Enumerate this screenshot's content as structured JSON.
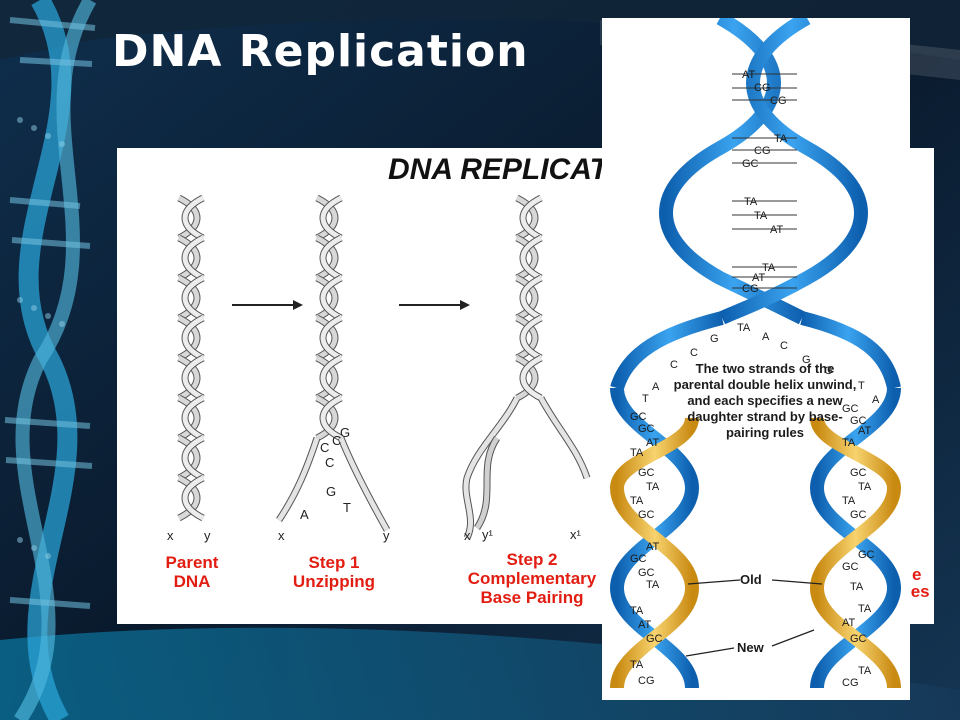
{
  "slide": {
    "title": "DNA Replication"
  },
  "left_panel": {
    "title": "DNA REPLICAT",
    "stages": [
      {
        "line1": "Parent",
        "line2": "DNA"
      },
      {
        "line1": "Step 1",
        "line2": "Unzipping"
      },
      {
        "line1": "Step 2",
        "line2": "Complementary",
        "line3": "Base Pairing"
      }
    ],
    "partial_labels": [
      "e",
      "les"
    ],
    "strand_letters": {
      "parent_x": "x",
      "parent_y": "y",
      "step1_x": "x",
      "step1_y": "y",
      "step1_bases": [
        "C",
        "G",
        "C",
        "C",
        "G",
        "T",
        "A"
      ],
      "step2_x": "x",
      "step2_y": "y¹",
      "step2_x1": "x¹"
    }
  },
  "right_panel": {
    "top_pairs": [
      "AT",
      "CG",
      "CG",
      "TA",
      "CG",
      "GC",
      "TA",
      "TA",
      "AT",
      "TA",
      "AT",
      "CG"
    ],
    "fork_bases_left": [
      "TA",
      "G",
      "C",
      "C",
      "A",
      "T"
    ],
    "fork_bases_right": [
      "A",
      "C",
      "G",
      "G",
      "T",
      "A"
    ],
    "left_daughter_pairs": [
      "GC",
      "GC",
      "AT",
      "TA",
      "GC",
      "TA",
      "TA",
      "GC",
      "AT",
      "GC",
      "GC",
      "TA",
      "TA",
      "AT",
      "GC",
      "TA",
      "CG"
    ],
    "right_daughter_pairs": [
      "GC",
      "GC",
      "AT",
      "TA",
      "GC",
      "TA",
      "TA",
      "GC",
      "GC",
      "GC",
      "TA",
      "TA",
      "AT",
      "GC",
      "TA",
      "CG"
    ],
    "description": "The two strands of the parental double helix unwind, and each specifies a new daughter strand by base-pairing rules",
    "callout_old": "Old",
    "callout_new": "New"
  },
  "colors": {
    "background": "#0b1e33",
    "blue_strand": "#1a7fd0",
    "gold_strand": "#e3a92a",
    "red_label": "#e21d12",
    "helix_ribbon": "#dcdcdc"
  }
}
